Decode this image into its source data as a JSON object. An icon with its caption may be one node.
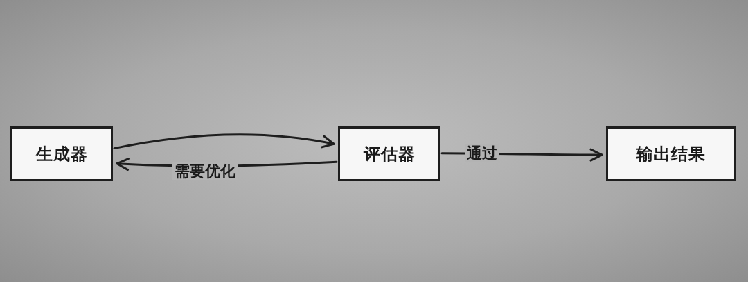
{
  "diagram": {
    "nodes": [
      {
        "text": [
          "生成器"
        ]
      },
      {
        "text": [
          "评估器"
        ]
      },
      {
        "text": [
          "输出结果"
        ]
      }
    ],
    "edges": [
      {
        "from": 0,
        "to": 1,
        "arrow": "to"
      },
      {
        "from": 1,
        "to": 0,
        "arrow": "to",
        "label": "需要优化"
      },
      {
        "from": 1,
        "to": 2,
        "arrow": "to",
        "label": "通过"
      }
    ]
  }
}
